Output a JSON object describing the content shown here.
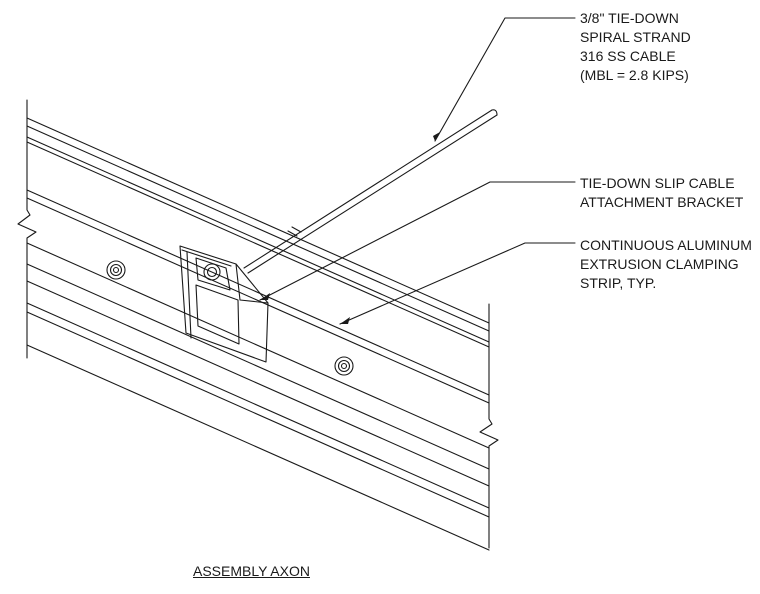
{
  "drawing": {
    "title": "ASSEMBLY AXON",
    "callouts": [
      {
        "id": "cable",
        "lines": [
          "3/8\" TIE-DOWN",
          "SPIRAL STRAND",
          "316 SS CABLE",
          "(MBL = 2.8 KIPS)"
        ]
      },
      {
        "id": "bracket",
        "lines": [
          "TIE-DOWN SLIP CABLE",
          "ATTACHMENT BRACKET"
        ]
      },
      {
        "id": "strip",
        "lines": [
          "CONTINUOUS ALUMINUM",
          "EXTRUSION CLAMPING",
          "STRIP, TYP."
        ]
      }
    ]
  },
  "colors": {
    "line": "#1a1a1a",
    "background": "#ffffff"
  }
}
